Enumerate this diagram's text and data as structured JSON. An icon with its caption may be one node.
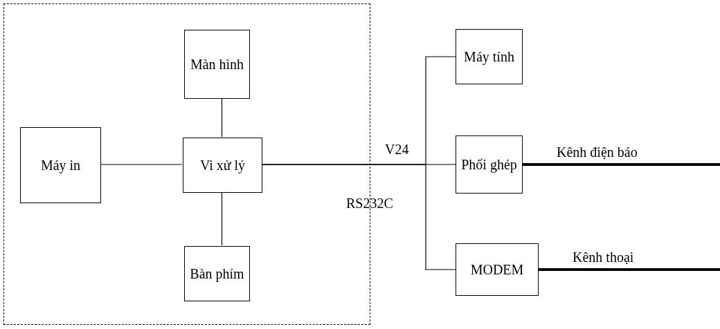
{
  "diagram": {
    "nodes": [
      {
        "text": [],
        "shape": "box"
      },
      {
        "text": [
          "Màn hình"
        ],
        "in": 0
      },
      {
        "text": [
          "Máy in"
        ],
        "in": 0
      },
      {
        "text": [
          "Vi xử lý"
        ],
        "in": 0
      },
      {
        "text": [
          "Bàn phím"
        ],
        "in": 0
      },
      {
        "text": [
          "Máy tính"
        ]
      },
      {
        "text": [
          "Phối ghép"
        ]
      },
      {
        "text": [
          "MODEM"
        ]
      }
    ],
    "edges": [
      {
        "from": 3,
        "to": 1,
        "arrow": "none"
      },
      {
        "from": 2,
        "to": 3,
        "arrow": "none"
      },
      {
        "from": 3,
        "to": 4,
        "arrow": "none"
      },
      {
        "from": 3,
        "to": 5,
        "arrow": "none"
      },
      {
        "from": 3,
        "to": 6,
        "arrow": "none"
      },
      {
        "from": 3,
        "to": 7,
        "arrow": "none"
      },
      {
        "from": 6,
        "to": null,
        "arrow": "none",
        "label": "Kênh điện báo",
        "style": "thick"
      },
      {
        "from": 7,
        "to": null,
        "arrow": "none",
        "label": "Kênh thoại",
        "style": "thick"
      }
    ],
    "labels": [
      "V24",
      "RS232C"
    ]
  }
}
